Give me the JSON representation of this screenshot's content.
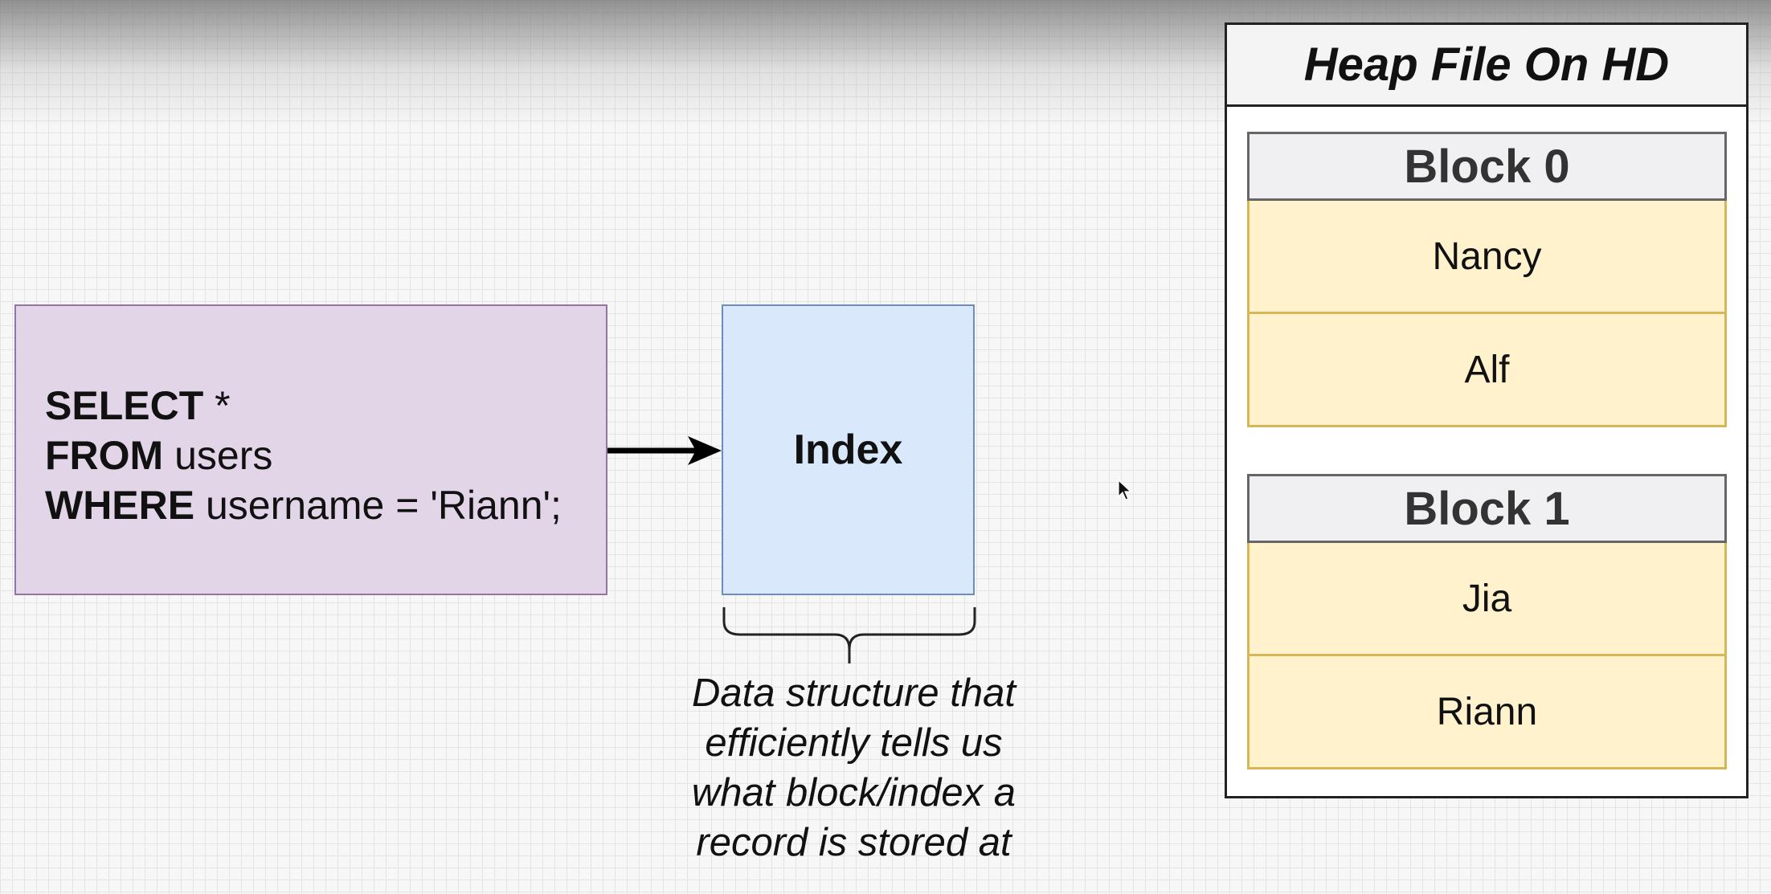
{
  "query": {
    "line1_keyword": "SELECT",
    "line1_rest": " *",
    "line2_keyword": "FROM",
    "line2_rest": " users",
    "line3_keyword": "WHERE",
    "line3_rest": " username = 'Riann';"
  },
  "index": {
    "label": "Index",
    "caption_lines": [
      "Data structure that",
      "efficiently tells us",
      "what block/index a",
      "record is stored at"
    ]
  },
  "heap_file": {
    "title": "Heap File On HD",
    "blocks": [
      {
        "label": "Block 0",
        "records": [
          "Nancy",
          "Alf"
        ]
      },
      {
        "label": "Block 1",
        "records": [
          "Jia",
          "Riann"
        ]
      }
    ]
  },
  "colors": {
    "query_fill": "#e1d5e7",
    "query_stroke": "#9673a6",
    "index_fill": "#dae8fc",
    "index_stroke": "#6c8ebf",
    "record_fill": "#fff2cc",
    "record_stroke": "#d6b656"
  }
}
